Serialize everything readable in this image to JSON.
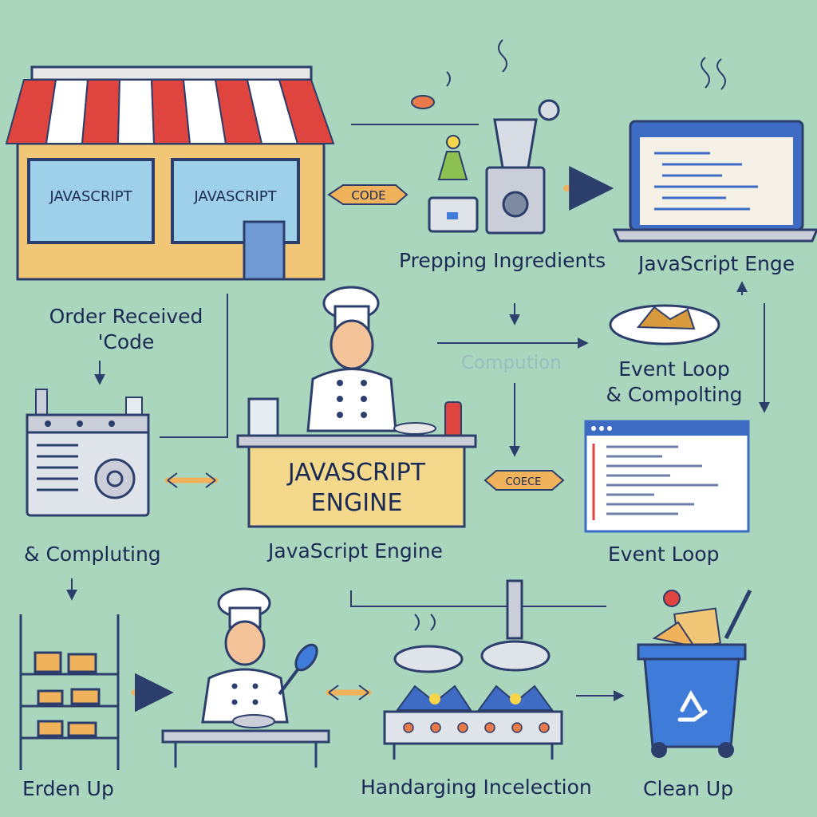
{
  "store": {
    "window_left": "JAVASCRIPT",
    "window_right": "JAVASCRIPT"
  },
  "arrow_tags": {
    "code": "CODE",
    "coede": "COECE"
  },
  "labels": {
    "prepping": "Prepping Ingredients",
    "js_engine_top": "JavaScript Enge",
    "order_line1": "Order Received",
    "order_line2": "'Code",
    "faded_middle": "Compution",
    "event_loop_line1": "Event Loop",
    "event_loop_line2": "& Compolting",
    "compluting": "& Compluting",
    "js_engine_bottom": "JavaScript Engine",
    "event_loop": "Event Loop",
    "erden_up": "Erden Up",
    "handarging": "Handarging Incelection",
    "clean_up": "Clean Up"
  },
  "counter_sign": {
    "line1": "JAVASCRIPT",
    "line2": "ENGINE"
  },
  "colors": {
    "background": "#a9d6bd",
    "ink": "#1b2a55",
    "awning_red": "#e0443e",
    "store_wall": "#f2c677",
    "sign_fill": "#f4d98c",
    "bin_blue": "#3f7bd8",
    "arrow_orange": "#f0b25a"
  }
}
